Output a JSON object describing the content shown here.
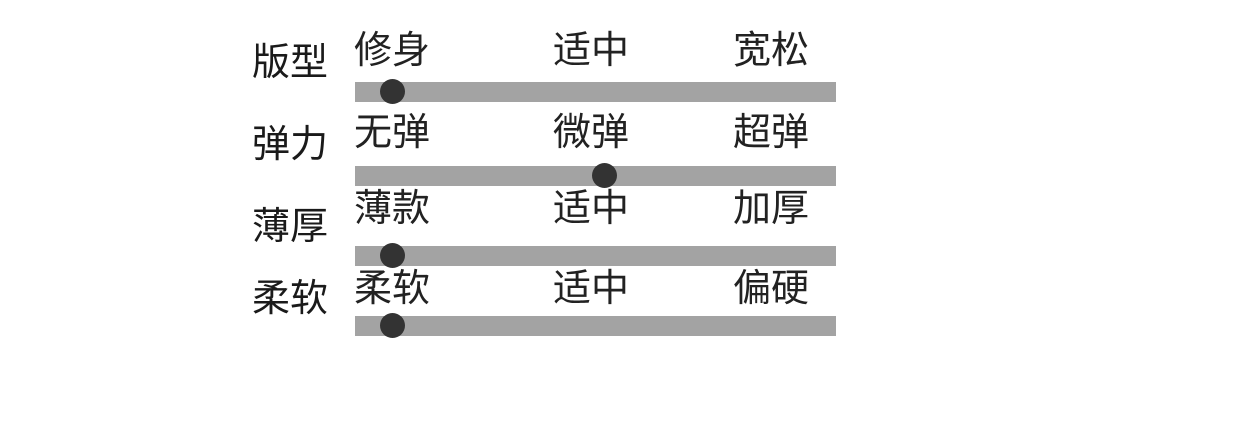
{
  "attributes": [
    {
      "name": "版型",
      "low": "修身",
      "mid": "适中",
      "high": "宽松",
      "level": 0
    },
    {
      "name": "弹力",
      "low": "无弹",
      "mid": "微弹",
      "high": "超弹",
      "level": 0.5
    },
    {
      "name": "薄厚",
      "low": "薄款",
      "mid": "适中",
      "high": "加厚",
      "level": 0
    },
    {
      "name": "柔软",
      "low": "柔软",
      "mid": "适中",
      "high": "偏硬",
      "level": 0
    }
  ],
  "colors": {
    "track": "#a3a3a3",
    "knob": "#333333",
    "text": "#1a1a1a"
  }
}
